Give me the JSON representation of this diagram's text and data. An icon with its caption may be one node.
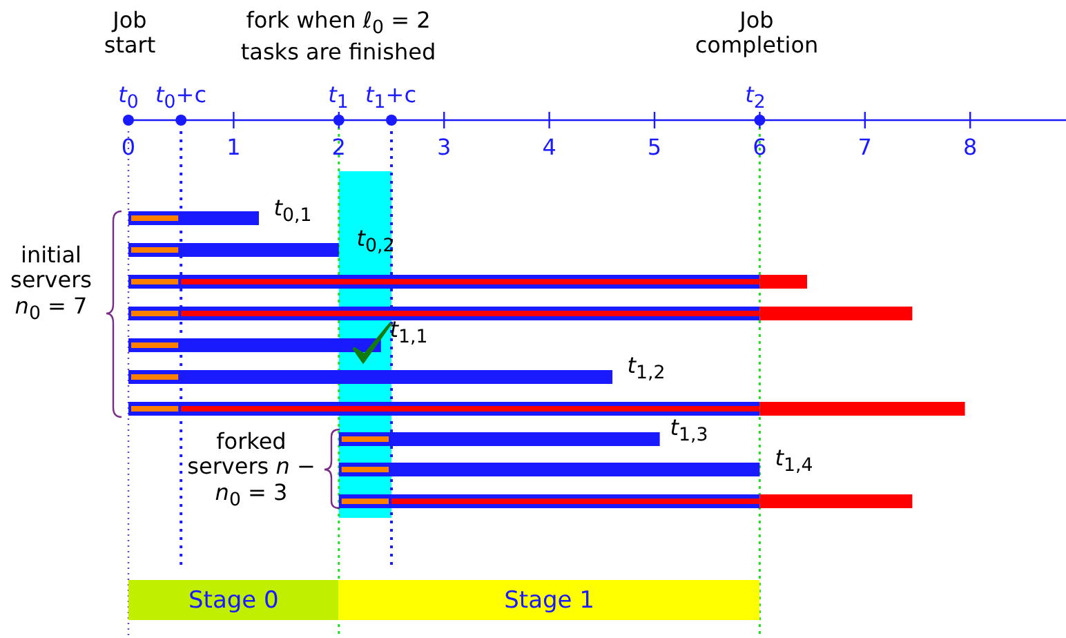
{
  "diagram": {
    "nodes": [
      {
        "text": [
          "Stage 0"
        ]
      },
      {
        "text": [
          "Stage 1"
        ]
      }
    ],
    "labels": [
      "Job start",
      "fork when *ℓ*$_{0}$ = 2 tasks are finished",
      "Job completion",
      "*t*$_{0}$",
      "*t*$_{0}$+c",
      "*t*$_{1}$",
      "*t*$_{1}$+c",
      "*t*$_{2}$",
      "0",
      "1",
      "2",
      "3",
      "4",
      "5",
      "6",
      "7",
      "8",
      "*t*$_{0,1}$",
      "*t*$_{0,2}$",
      "initial servers *n*$_{0}$ = 7",
      "*t*$_{1,1}$",
      "*t*$_{1,2}$",
      "forked servers *n* − *n*$_{0}$ = 3",
      "*t*$_{1,3}$",
      "*t*$_{1,4}$"
    ]
  }
}
